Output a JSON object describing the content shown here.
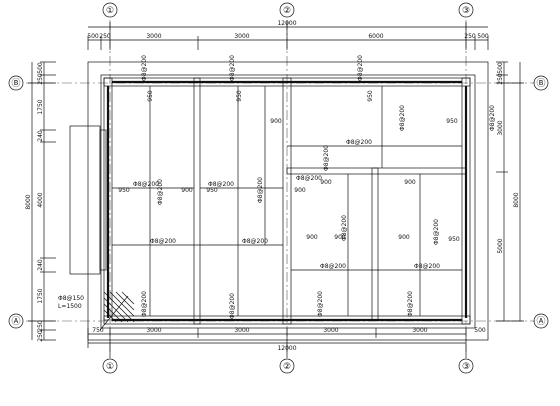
{
  "grid_axes": {
    "vertical": [
      "①",
      "②",
      "③"
    ],
    "horizontal": [
      "Ⓑ",
      "Ⓐ"
    ]
  },
  "dimensions": {
    "top_total": "12000",
    "top_segments": [
      "500",
      "250",
      "3000",
      "3000",
      "6000",
      "250",
      "500"
    ],
    "bottom_segments": [
      "750",
      "3000",
      "3000",
      "3000",
      "3000",
      "500"
    ],
    "bottom_total": "12000",
    "left_segments": [
      "500",
      "250",
      "1750",
      "240",
      "4000",
      "240",
      "1750",
      "250",
      "250"
    ],
    "left_total": "8000",
    "right_segments": [
      "500",
      "250",
      "3000",
      "5000"
    ],
    "right_total": "8000"
  },
  "rebar_labels": {
    "slab_1": "Φ8@200",
    "slab_2": "Φ8@200",
    "slab_3": "Φ8@200",
    "slab_4": "Φ8@200",
    "slab_5": "Φ8@200",
    "slab_6": "Φ8@200",
    "slab_7": "Φ8@200",
    "slab_8": "Φ8@200",
    "v_1": "Φ8@200",
    "v_2": "Φ8@200",
    "v_3": "Φ8@200",
    "v_4": "Φ8@200",
    "v_5": "Φ8@200",
    "v_6": "Φ8@200",
    "v_7": "Φ8@200",
    "v_8": "Φ8@200",
    "v_9": "Φ8@200",
    "v_10": "Φ8@200",
    "v_11": "Φ8@200",
    "v_12": "Φ8@200",
    "v_13": "Φ8@200",
    "v_14": "Φ8@200"
  },
  "lengths": {
    "l_950_a": "950",
    "l_950_b": "950",
    "l_950_c": "950",
    "l_950_d": "950",
    "l_950_e": "950",
    "l_950_f": "950",
    "l_950_g": "950",
    "l_900_a": "900",
    "l_900_b": "900",
    "l_900_c": "900",
    "l_900_d": "900",
    "l_900_e": "900",
    "l_900_f": "900",
    "l_900_g": "900",
    "l_900_h": "900"
  },
  "corner_note": {
    "line1": "Φ8@150",
    "line2": "L=1500"
  }
}
